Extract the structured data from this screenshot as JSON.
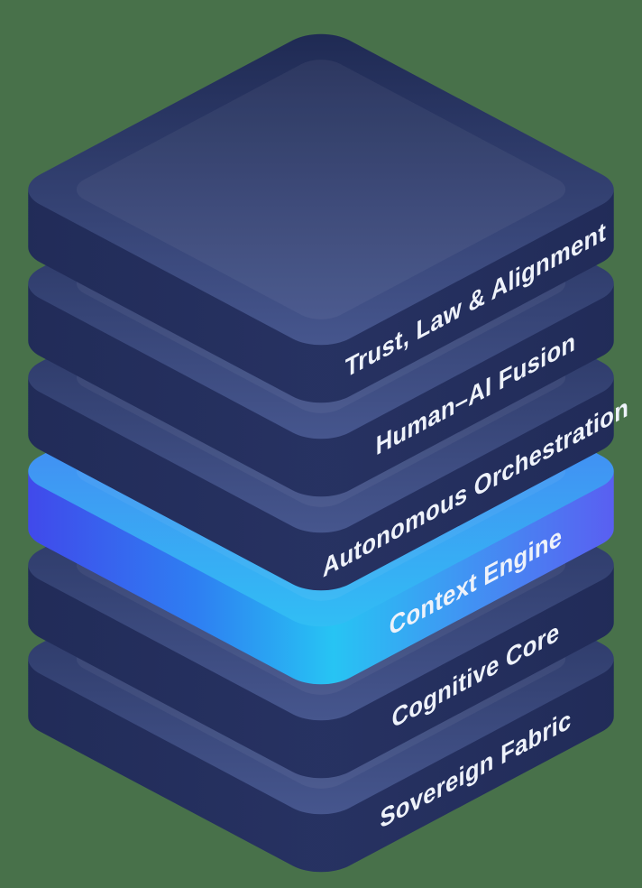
{
  "diagram": {
    "type": "isometric-layer-stack",
    "layer_count": 6,
    "layers": [
      {
        "label": "Trust, Law & Alignment",
        "style": "dark",
        "highlighted": false
      },
      {
        "label": "Human–AI Fusion",
        "style": "dark",
        "highlighted": false
      },
      {
        "label": "Autonomous Orchestration",
        "style": "dark",
        "highlighted": false
      },
      {
        "label": "Context Engine",
        "style": "accent",
        "highlighted": true
      },
      {
        "label": "Cognitive Core",
        "style": "dark",
        "highlighted": false
      },
      {
        "label": "Sovereign Fabric",
        "style": "dark",
        "highlighted": false
      }
    ],
    "colors": {
      "background": "#48714a",
      "text": "#eef2fa",
      "dark_layer_top_gradient": [
        [
          "0",
          "#1e2952"
        ],
        [
          "1",
          "#47578f"
        ]
      ],
      "dark_layer_side_gradient": [
        [
          "0",
          "#1b254e"
        ],
        [
          "1",
          "#273262"
        ]
      ],
      "accent_layer_top_gradient": [
        [
          "0",
          "#4f6cf2"
        ],
        [
          "1",
          "#30c0f4"
        ]
      ],
      "accent_layer_side_gradient": [
        [
          "0",
          "#4244ea"
        ],
        [
          "0.3",
          "#2e7ff2"
        ],
        [
          "0.52",
          "#27c4f3"
        ],
        [
          "0.72",
          "#3f97f3"
        ],
        [
          "1",
          "#5c59f1"
        ]
      ],
      "inner_bevel_highlight": "#ffffff"
    }
  }
}
